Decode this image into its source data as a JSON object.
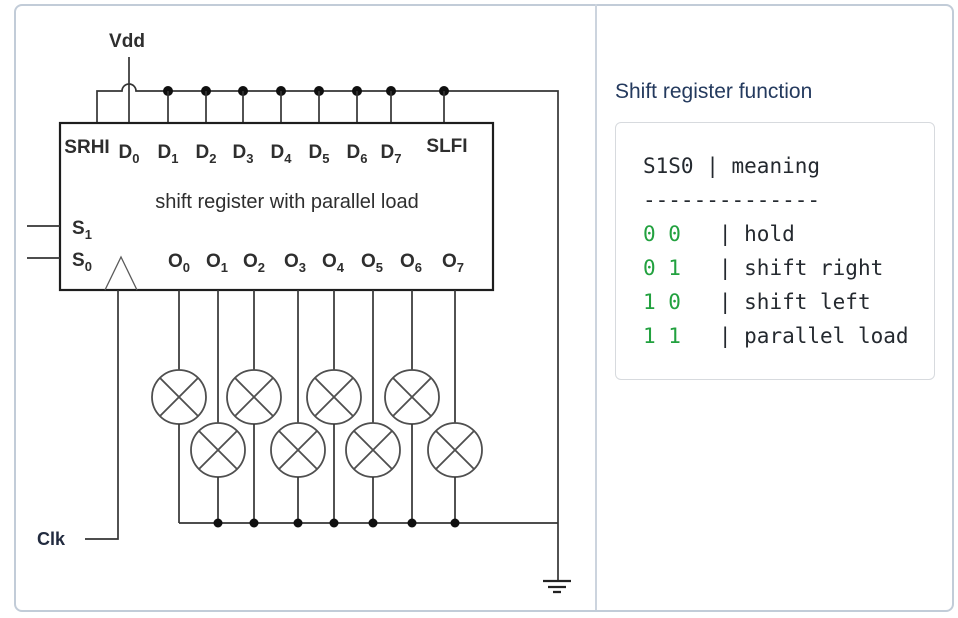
{
  "circuit": {
    "power_label": "Vdd",
    "clock_label": "Clk",
    "box_title": "shift register with parallel load",
    "pin_srhi": "SRHI",
    "pin_slfi": "SLFI",
    "d_pins": [
      {
        "main": "D",
        "sub": "0"
      },
      {
        "main": "D",
        "sub": "1"
      },
      {
        "main": "D",
        "sub": "2"
      },
      {
        "main": "D",
        "sub": "3"
      },
      {
        "main": "D",
        "sub": "4"
      },
      {
        "main": "D",
        "sub": "5"
      },
      {
        "main": "D",
        "sub": "6"
      },
      {
        "main": "D",
        "sub": "7"
      }
    ],
    "o_pins": [
      {
        "main": "O",
        "sub": "0"
      },
      {
        "main": "O",
        "sub": "1"
      },
      {
        "main": "O",
        "sub": "2"
      },
      {
        "main": "O",
        "sub": "3"
      },
      {
        "main": "O",
        "sub": "4"
      },
      {
        "main": "O",
        "sub": "5"
      },
      {
        "main": "O",
        "sub": "6"
      },
      {
        "main": "O",
        "sub": "7"
      }
    ],
    "s_pins": [
      {
        "main": "S",
        "sub": "1"
      },
      {
        "main": "S",
        "sub": "0"
      }
    ]
  },
  "panel": {
    "title": "Shift register function",
    "table": {
      "header_cols": "S1S0",
      "header_sep": " | ",
      "header_label": "meaning",
      "divider": "--------------",
      "rows": [
        {
          "bits": "0 0",
          "sep": "   | ",
          "meaning": "hold"
        },
        {
          "bits": "0 1",
          "sep": "   | ",
          "meaning": "shift right"
        },
        {
          "bits": "1 0",
          "sep": "   | ",
          "meaning": "shift left"
        },
        {
          "bits": "1 1",
          "sep": "   | ",
          "meaning": "parallel load"
        }
      ]
    }
  },
  "colors": {
    "frame_border": "#c2ccd8",
    "wire": "#343434",
    "dot": "#0f0f0f",
    "panel_title": "#243a5e",
    "table_bits_green": "#22a13f",
    "table_text": "#24292f"
  }
}
